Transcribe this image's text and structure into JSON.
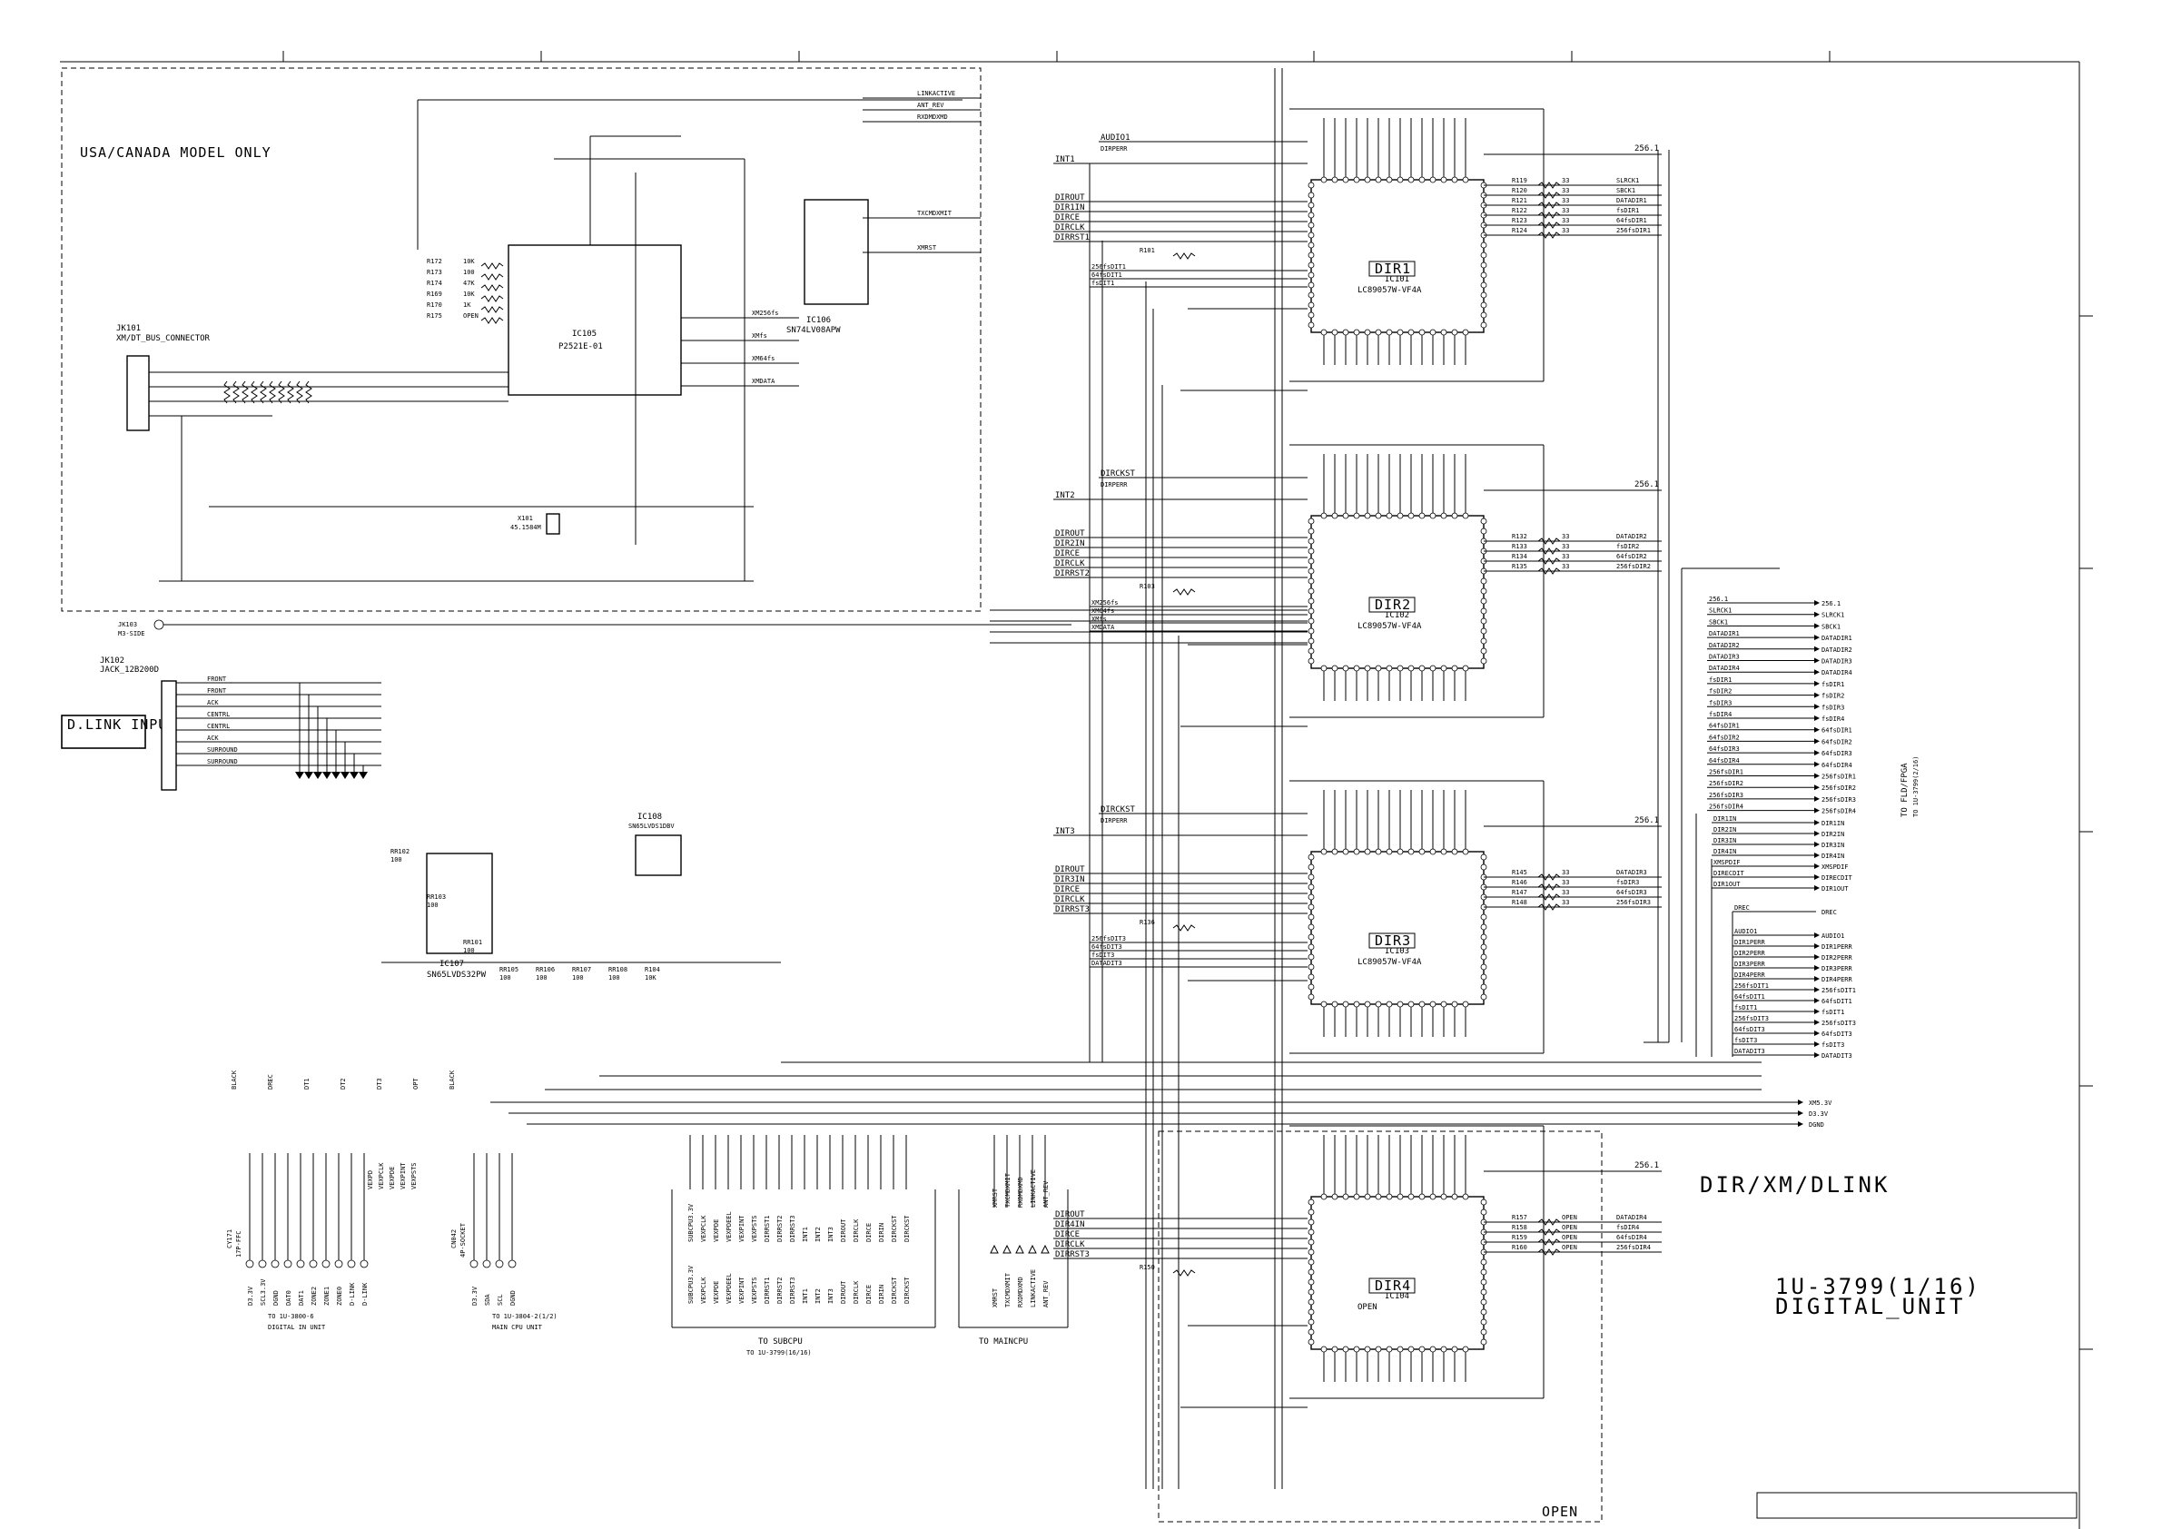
{
  "sheet": {
    "title": "DIR/XM/DLINK",
    "board": "1U-3799(1/16)",
    "unit": "DIGITAL_UNIT",
    "usa_note": "USA/CANADA MODEL ONLY",
    "open_note": "OPEN",
    "to_fpga": "TO FLD/FPGA",
    "to_fpga_ref": "TO 1U-3799(2/16)"
  },
  "dir_blocks": [
    {
      "ic": "IC101",
      "part": "LC89057W-VF4A",
      "tag": "DIR1",
      "inputs": [
        "DIROUT",
        "DIR1IN",
        "DIRCE",
        "DIRCLK",
        "DIRRST1"
      ],
      "extra_in": [
        "256fsDIT1",
        "64fsDIT1",
        "fsDIT1"
      ],
      "outs": [
        [
          "R119",
          "33",
          "SLRCK1"
        ],
        [
          "R120",
          "33",
          "SBCK1"
        ],
        [
          "R121",
          "33",
          "DATADIR1"
        ],
        [
          "R122",
          "33",
          "fsDIR1"
        ],
        [
          "R123",
          "33",
          "64fsDIR1"
        ],
        [
          "R124",
          "33",
          "256fsDIR1"
        ]
      ],
      "rline": "256.1",
      "int": "INT1",
      "mute": "AUDIO1",
      "rpd": "DIRPERR",
      "xtal": "R101"
    },
    {
      "ic": "IC102",
      "part": "LC89057W-VF4A",
      "tag": "DIR2",
      "inputs": [
        "DIROUT",
        "DIR2IN",
        "DIRCE",
        "DIRCLK",
        "DIRRST2"
      ],
      "extra_in": [
        "XM256fs",
        "XM64fs",
        "XMfs",
        "XMDATA"
      ],
      "outs": [
        [
          "R132",
          "33",
          "DATADIR2"
        ],
        [
          "R133",
          "33",
          "fsDIR2"
        ],
        [
          "R134",
          "33",
          "64fsDIR2"
        ],
        [
          "R135",
          "33",
          "256fsDIR2"
        ]
      ],
      "rline": "256.1",
      "int": "INT2",
      "mute": "DIRCKST",
      "rpd": "DIRPERR",
      "xtal": "R103"
    },
    {
      "ic": "IC103",
      "part": "LC89057W-VF4A",
      "tag": "DIR3",
      "inputs": [
        "DIROUT",
        "DIR3IN",
        "DIRCE",
        "DIRCLK",
        "DIRRST3"
      ],
      "extra_in": [
        "256fsDIT3",
        "64fsDIT3",
        "fsDIT3",
        "DATADIT3"
      ],
      "outs": [
        [
          "R145",
          "33",
          "DATADIR3"
        ],
        [
          "R146",
          "33",
          "fsDIR3"
        ],
        [
          "R147",
          "33",
          "64fsDIR3"
        ],
        [
          "R148",
          "33",
          "256fsDIR3"
        ]
      ],
      "rline": "256.1",
      "int": "INT3",
      "mute": "DIRCKST",
      "rpd": "DIRPERR",
      "xtal": "R136"
    },
    {
      "ic": "IC104",
      "part": "OPEN",
      "tag": "DIR4",
      "inputs": [
        "DIROUT",
        "DIR4IN",
        "DIRCE",
        "DIRCLK",
        "DIRRST3"
      ],
      "extra_in": [],
      "outs": [
        [
          "R157",
          "OPEN",
          "DATADIR4"
        ],
        [
          "R158",
          "OPEN",
          "fsDIR4"
        ],
        [
          "R159",
          "OPEN",
          "64fsDIR4"
        ],
        [
          "R160",
          "OPEN",
          "256fsDIR4"
        ]
      ],
      "rline": "256.1",
      "int": "",
      "mute": "",
      "rpd": "",
      "xtal": "R150"
    }
  ],
  "fpga_bus": [
    "256.1",
    "SLRCK1",
    "SBCK1",
    "DATADIR1",
    "DATADIR2",
    "DATADIR3",
    "DATADIR4",
    "fsDIR1",
    "fsDIR2",
    "fsDIR3",
    "fsDIR4",
    "64fsDIR1",
    "64fsDIR2",
    "64fsDIR3",
    "64fsDIR4",
    "256fsDIR1",
    "256fsDIR2",
    "256fsDIR3",
    "256fsDIR4"
  ],
  "dir_in_bus": [
    "DIR1IN",
    "DIR2IN",
    "DIR3IN",
    "DIR4IN",
    "XMSPDIF",
    "DIRECDIT",
    "DIR1OUT"
  ],
  "dirc": "DREC",
  "dit_bus": [
    "AUDIO1",
    "DIR1PERR",
    "DIR2PERR",
    "DIR3PERR",
    "DIR4PERR",
    "256fsDIT1",
    "64fsDIT1",
    "fsDIT1",
    "256fsDIT3",
    "64fsDIT3",
    "fsDIT3",
    "DATADIT3"
  ],
  "power": [
    "XM5.3V",
    "D3.3V",
    "DGND"
  ],
  "xm": {
    "ic": "IC105",
    "part": "P2521E-01",
    "buffer": "IC106",
    "buffer_part": "SN74LV08APW",
    "jack": "JK101",
    "jack_label": "XM/DT_BUS_CONNECTOR",
    "jack2": "JK103",
    "jack2_label": "M3-SIDE",
    "right_sigs": [
      "LINKACTIVE",
      "ANT_REV",
      "RXDMDXMD",
      "TXCMDXMIT",
      "XMRST"
    ],
    "out_sigs": [
      "XM256fs",
      "XMfs",
      "XM64fs",
      "XMDATA"
    ],
    "xtal": "X101",
    "xtal_freq": "45.1584M",
    "resistors": [
      [
        "R172",
        "10K"
      ],
      [
        "R173",
        "100"
      ],
      [
        "R174",
        "47K"
      ],
      [
        "R169",
        "10K"
      ],
      [
        "R170",
        "1K"
      ],
      [
        "R175",
        "OPEN"
      ]
    ]
  },
  "dlink": {
    "label": "D.LINK INPUT",
    "jack": "JK102",
    "jack_label": "JACK_12B200D",
    "lines": [
      "FRONT",
      "FRONT",
      "ACK",
      "CENTRL",
      "CENTRL",
      "ACK",
      "SURROUND",
      "SURROUND"
    ],
    "ic107": "IC107",
    "ic107_part": "SN65LVDS32PW",
    "ic108": "IC108",
    "ic108_part": "SN65LVDS1DBV",
    "rs": [
      [
        "RR102",
        "100"
      ],
      [
        "RR103",
        "100"
      ],
      [
        "RR101",
        "100"
      ],
      [
        "RR105",
        "100"
      ],
      [
        "RR106",
        "100"
      ],
      [
        "RR107",
        "100"
      ],
      [
        "RR108",
        "100"
      ],
      [
        "R104",
        "10K"
      ]
    ]
  },
  "connectors": [
    {
      "ref": "CY171",
      "type": "17P-FFC",
      "pins": [
        "D3.3V",
        "SCL3.3V",
        "DGND",
        "DAT0",
        "DAT1",
        "ZONE2",
        "ZONE1",
        "ZONE0",
        "D-LINK",
        "D-LINK"
      ],
      "dest": "TO 1U-3800-6",
      "dest2": "DIGITAL IN UNIT",
      "vert": [
        "VEXPD",
        "VEXPCLK",
        "VEXPDE",
        "VEXPINT",
        "VEXPSTS"
      ]
    },
    {
      "ref": "CN042",
      "type": "4P-SOCKET",
      "pins": [
        "D3.3V",
        "SDA",
        "SCL",
        "DGND"
      ],
      "dest": "TO 1U-3804-2(1/2)",
      "dest2": "MAIN CPU UNIT"
    }
  ],
  "subcpu": {
    "title": "TO SUBCPU",
    "ref": "TO 1U-3799(16/16)",
    "lines": [
      "SUBCPU3.3V",
      "VEXPCLK",
      "VEXPDE",
      "VEXPDEEL",
      "VEXPINT",
      "VEXPSTS",
      "DIRRST1",
      "DIRRST2",
      "DIRRST3",
      "INT1",
      "INT2",
      "INT3",
      "DIROUT",
      "DIRCLK",
      "DIRCE",
      "DIRIN",
      "DIRCKST",
      "DIRCKST"
    ]
  },
  "maincpu": {
    "title": "TO MAINCPU",
    "lines": [
      "XMRST",
      "TXCMDXMIT",
      "RXDMDXMD",
      "LINKACTIVE",
      "ANT_REV"
    ]
  },
  "dirin_labels": [
    "DIRIN",
    "DIR1OUT",
    "DIR1IN",
    "DIR2IN",
    "DIR3IN",
    "DIR4IN",
    "BLACK",
    "DREC",
    "DT1",
    "DT2",
    "DT3",
    "OPT",
    "BLACK"
  ]
}
